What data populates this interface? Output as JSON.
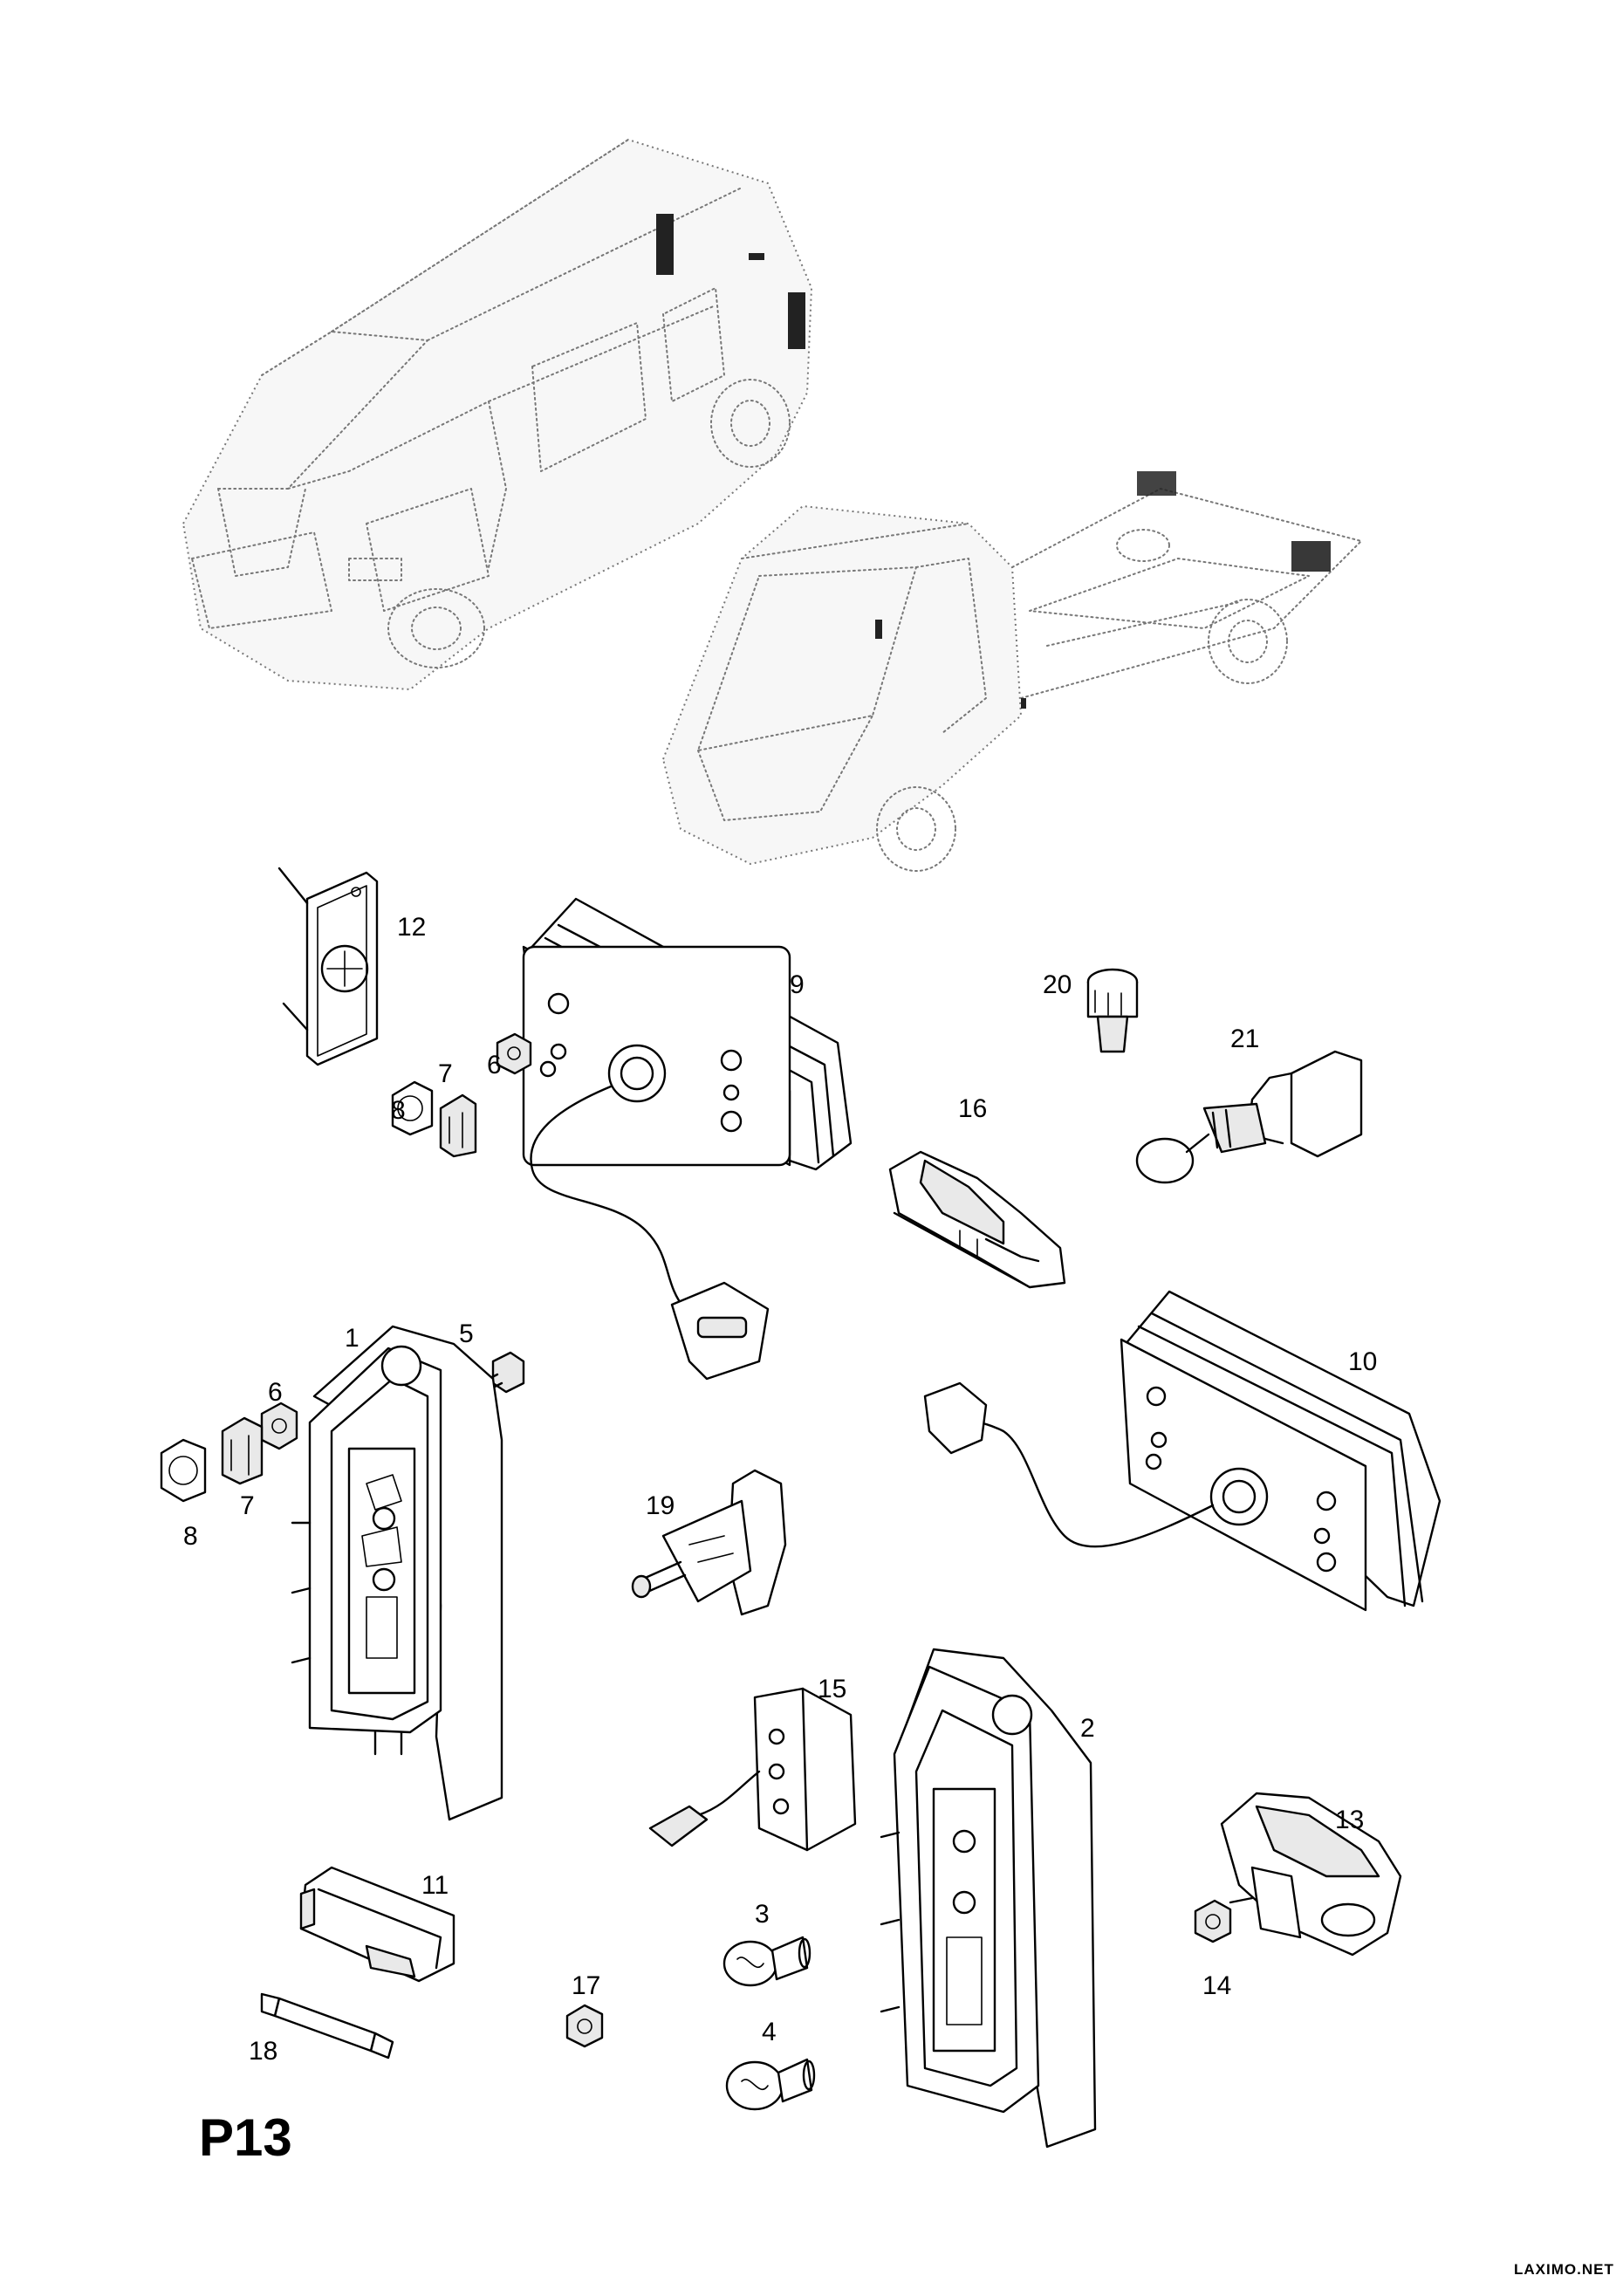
{
  "sheet": {
    "id": "P13"
  },
  "watermark": "LAXIMO.NET",
  "vehicles": [
    {
      "name": "van"
    },
    {
      "name": "chassis-cab"
    }
  ],
  "callouts": [
    "1",
    "2",
    "3",
    "4",
    "5",
    "6",
    "6",
    "7",
    "7",
    "8",
    "8",
    "9",
    "10",
    "11",
    "12",
    "13",
    "14",
    "15",
    "16",
    "17",
    "18",
    "19",
    "20",
    "21"
  ],
  "colors": {
    "line": "#000000",
    "background": "#ffffff",
    "vehicle_outline": "#777777"
  }
}
